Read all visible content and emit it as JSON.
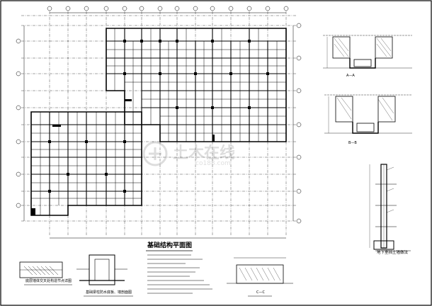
{
  "drawing": {
    "main_title": "基础结构平面图",
    "watermark": {
      "name": "土木在线",
      "url": "co188.com"
    },
    "sections": {
      "a_a": "A—A",
      "b_b": "B—B",
      "c_c": "C—C"
    },
    "details": {
      "wall_detail_title": "地下室挡土墙做法",
      "corner_detail_title": "底层墙体交叉处构造节点详图",
      "pile_detail_title": "基础梁柱防水底板、墙剖面图"
    }
  }
}
